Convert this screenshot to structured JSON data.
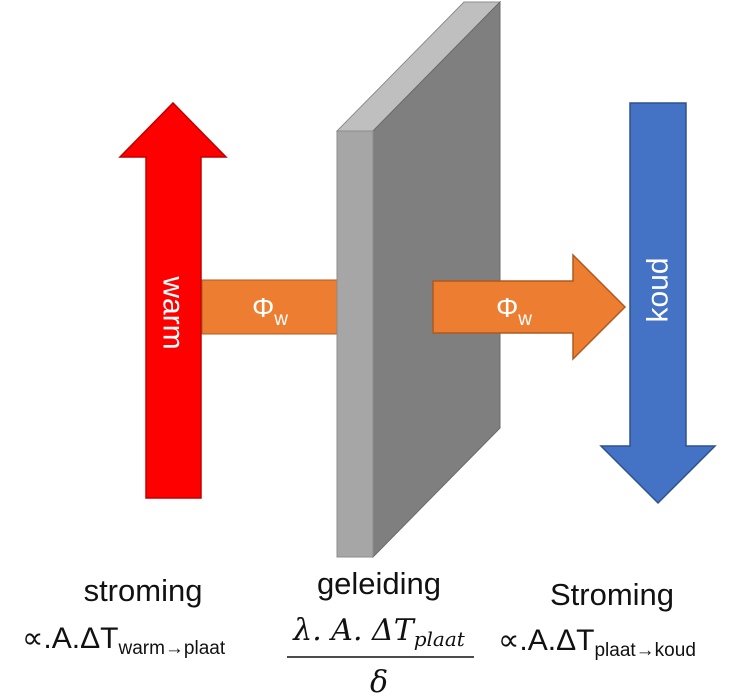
{
  "colors": {
    "warm_arrow": "#ff0000",
    "warm_stroke": "#c00000",
    "cold_arrow": "#4472c4",
    "cold_stroke": "#2f528f",
    "flux_arrow": "#ed7d31",
    "flux_stroke": "#ae5a21",
    "plate_front": "#a6a6a6",
    "plate_side": "#7f7f7f",
    "plate_top": "#bfbfbf"
  },
  "arrows": {
    "warm": {
      "label": "warm",
      "direction": "up"
    },
    "cold": {
      "label": "koud",
      "direction": "down"
    },
    "flux_left": {
      "symbol": "Φ",
      "subscript": "w"
    },
    "flux_right": {
      "symbol": "Φ",
      "subscript": "w"
    }
  },
  "labels": {
    "left": {
      "title": "stroming",
      "formula_main": "∝.A.ΔT",
      "formula_sub": "warm→plaat"
    },
    "middle": {
      "title": "geleiding",
      "numerator_main": "λ. A. ΔT",
      "numerator_sub": "plaat",
      "denominator": "δ"
    },
    "right": {
      "title": "Stroming",
      "formula_main": "∝.A.ΔT",
      "formula_sub": "plaat→koud"
    }
  }
}
